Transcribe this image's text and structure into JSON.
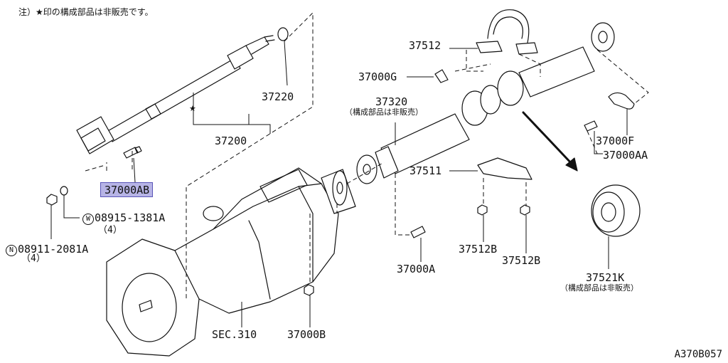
{
  "note": "注）★印の構成部品は非販売です。",
  "star": "★",
  "not_sold": "（構成部品は非販売）",
  "labels": {
    "p37512": "37512",
    "p37000G": "37000G",
    "p37220": "37220",
    "p37320": "37320",
    "p37200": "37200",
    "p37000F": "37000F",
    "p37000AA": "37000AA",
    "p37511": "37511",
    "p37000AB": "37000AB",
    "p08915": "08915-1381A",
    "p08915_qty": "（4）",
    "p08915_prefix": "W",
    "p08911": "08911-2081A",
    "p08911_qty": "（4）",
    "p08911_prefix": "N",
    "p37512B_1": "37512B",
    "p37512B_2": "37512B",
    "p37000A": "37000A",
    "p37521K": "37521K",
    "sec310": "SEC.310",
    "p37000B": "37000B"
  },
  "highlight": {
    "part": "37000AB",
    "color": "#b7b4e6"
  },
  "diagram_code": "A370B057"
}
